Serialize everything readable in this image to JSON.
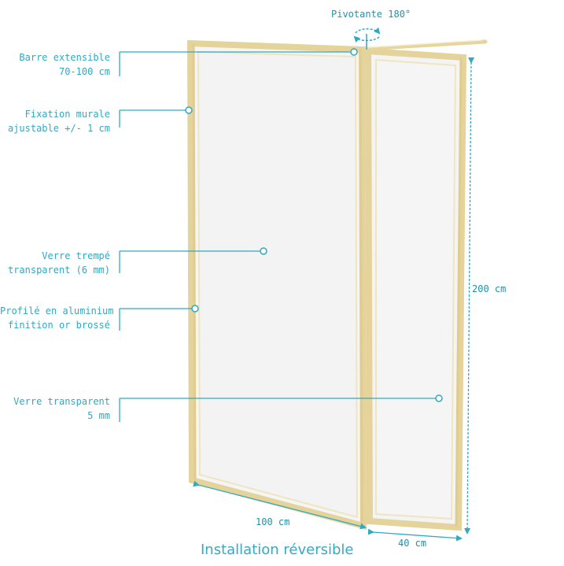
{
  "labels": {
    "pivot": "Pivotante 180°",
    "bar": [
      "Barre extensible",
      "70-100 cm"
    ],
    "wall_fix": [
      "Fixation murale",
      "ajustable +/- 1 cm"
    ],
    "tempered_glass": [
      "Verre trempé",
      "transparent (6 mm)"
    ],
    "profile": [
      "Profilé en aluminium",
      "finition or brossé"
    ],
    "clear_glass": [
      "Verre transparent",
      "5 mm"
    ]
  },
  "dimensions": {
    "height": "200 cm",
    "width_main": "100 cm",
    "width_side": "40 cm"
  },
  "footer": "Installation réversible",
  "colors": {
    "accent": "#31a9c3",
    "frame": "#e9d9a2",
    "frame_dark": "#cdb77a",
    "glass": "#f5f5f5"
  }
}
